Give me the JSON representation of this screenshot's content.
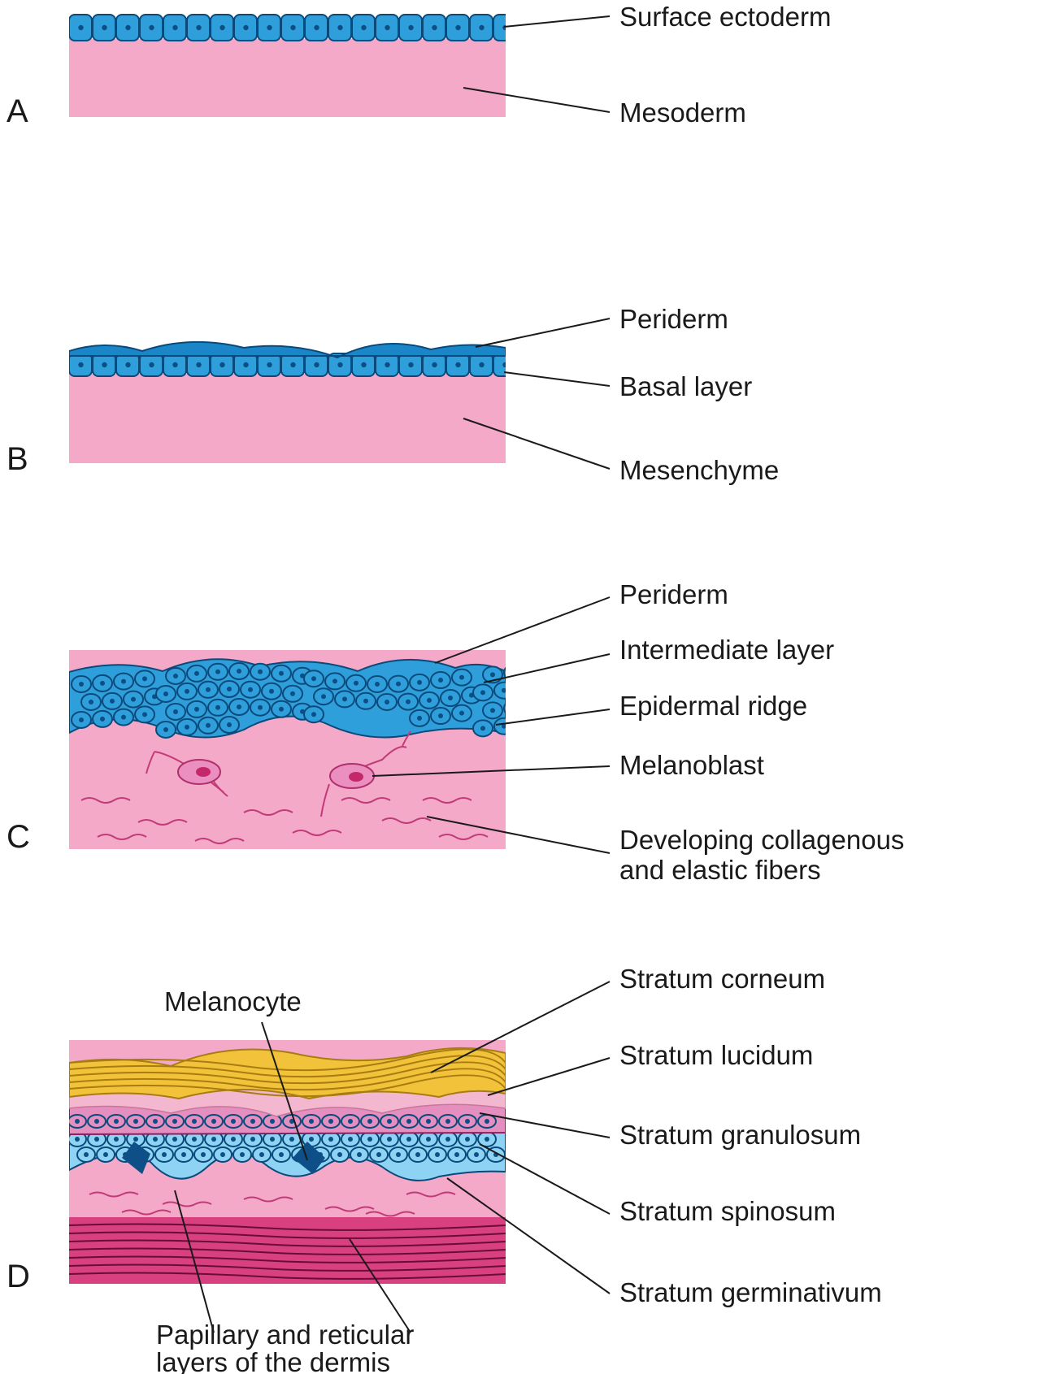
{
  "colors": {
    "ectoderm_blue": "#2f9fdc",
    "light_blue": "#8fd3f4",
    "cell_outline": "#0a4a7a",
    "mesoderm_pink": "#f4a9c8",
    "reticular_magenta": "#d8407f",
    "corneum_yellow": "#f2c33a",
    "granulosum_pink": "#e58fc0",
    "lucidum_pink": "#f3b8cf"
  },
  "panels": [
    {
      "letter": "A",
      "labels": [
        "Surface ectoderm",
        "Mesoderm"
      ]
    },
    {
      "letter": "B",
      "labels": [
        "Periderm",
        "Basal layer",
        "Mesenchyme"
      ]
    },
    {
      "letter": "C",
      "labels": [
        "Periderm",
        "Intermediate layer",
        "Epidermal ridge",
        "Melanoblast",
        "Developing collagenous",
        "and elastic fibers"
      ]
    },
    {
      "letter": "D",
      "labels": [
        "Stratum corneum",
        "Stratum lucidum",
        "Stratum granulosum",
        "Stratum spinosum",
        "Stratum germinativum"
      ],
      "top_label": "Melanocyte",
      "bottom_label": [
        "Papillary and reticular",
        "layers of the dermis"
      ]
    }
  ]
}
